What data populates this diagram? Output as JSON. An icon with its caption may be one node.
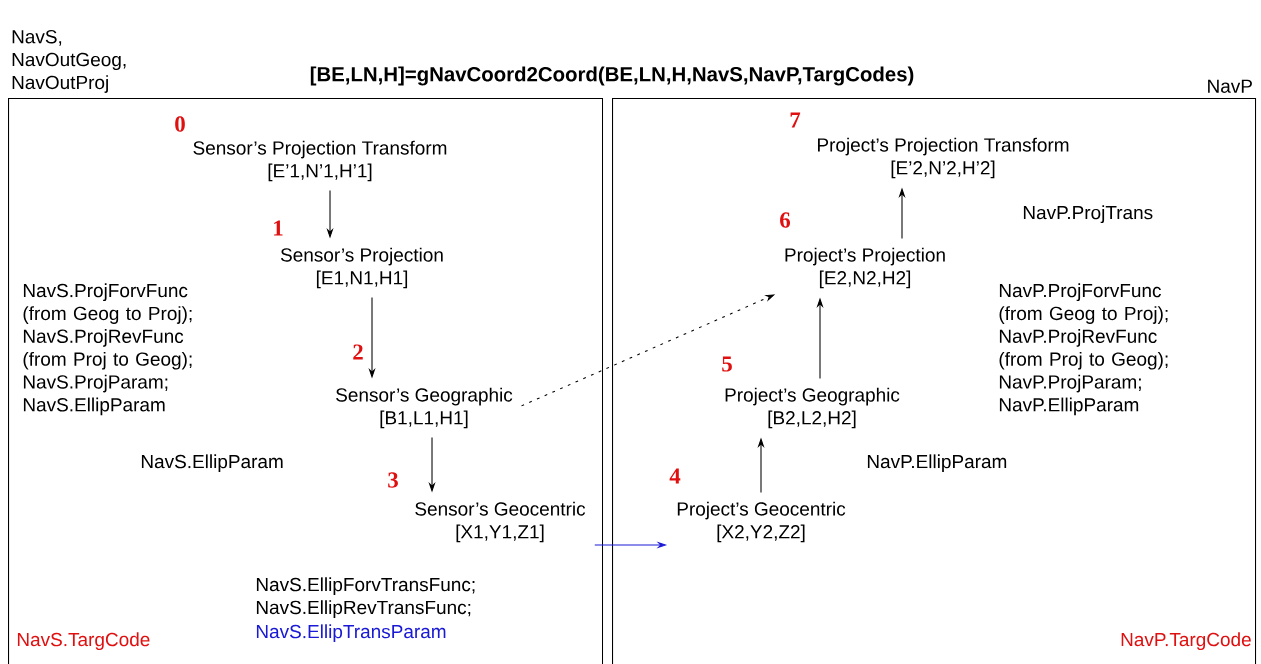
{
  "diagram": {
    "title": "[BE,LN,H]=gNavCoord2Coord(BE,LN,H,NavS,NavP,TargCodes)",
    "nodes": [
      {
        "text": [
          "NavS, NavOutGeog, NavOutProj"
        ]
      },
      {
        "text": [
          "Sensor’s Projection Transform",
          "[E’1,N’1,H’1]"
        ],
        "in": 0,
        "beside": [
          "0"
        ]
      },
      {
        "text": [
          "Sensor’s Projection",
          "[E1,N1,H1]"
        ],
        "in": 0,
        "beside": [
          "1"
        ]
      },
      {
        "text": [
          "Sensor’s Geographic",
          "[B1,L1,H1]"
        ],
        "in": 0,
        "beside": [
          "2"
        ]
      },
      {
        "text": [
          "Sensor’s Geocentric",
          "[X1,Y1,Z1]"
        ],
        "in": 0,
        "beside": [
          "3"
        ]
      },
      {
        "text": [
          "NavP"
        ]
      },
      {
        "text": [
          "Project’s Projection Transform",
          "[E’2,N’2,H’2]"
        ],
        "in": 5,
        "beside": [
          "7"
        ]
      },
      {
        "text": [
          "Project’s Projection",
          "[E2,N2,H2]"
        ],
        "in": 5,
        "beside": [
          "6"
        ]
      },
      {
        "text": [
          "Project’s Geographic",
          "[B2,L2,H2]"
        ],
        "in": 5,
        "beside": [
          "5"
        ]
      },
      {
        "text": [
          "Project’s Geocentric",
          "[X2,Y2,Z2]"
        ],
        "in": 5,
        "beside": [
          "4"
        ]
      }
    ],
    "edges": [
      {
        "from": 1,
        "to": 2,
        "arrow": "to"
      },
      {
        "from": 2,
        "to": 3,
        "arrow": "to"
      },
      {
        "from": 3,
        "to": 4,
        "arrow": "to"
      },
      {
        "from": 4,
        "to": 9,
        "arrow": "to",
        "color": "#1a1ad6"
      },
      {
        "from": 9,
        "to": 8,
        "arrow": "to"
      },
      {
        "from": 8,
        "to": 7,
        "arrow": "to"
      },
      {
        "from": 7,
        "to": 6,
        "arrow": "to"
      },
      {
        "from": 3,
        "to": 7,
        "arrow": "to",
        "style": "dashed"
      }
    ],
    "labels": [
      "NavP.ProjTrans",
      "NavS.ProjForvFunc (from Geog to Proj); NavS.ProjRevFunc (from Proj to Geog); NavS.ProjParam; NavS.EllipParam",
      "NavP.ProjForvFunc (from Geog to Proj); NavP.ProjRevFunc (from Proj to Geog); NavP.ProjParam; NavP.EllipParam",
      "NavS.EllipParam",
      "NavP.EllipParam",
      "NavS.EllipForvTransFunc; NavS.EllipRevTransFunc;",
      "NavS.EllipTransParam",
      "NavS.TargCode",
      "NavP.TargCode"
    ]
  }
}
